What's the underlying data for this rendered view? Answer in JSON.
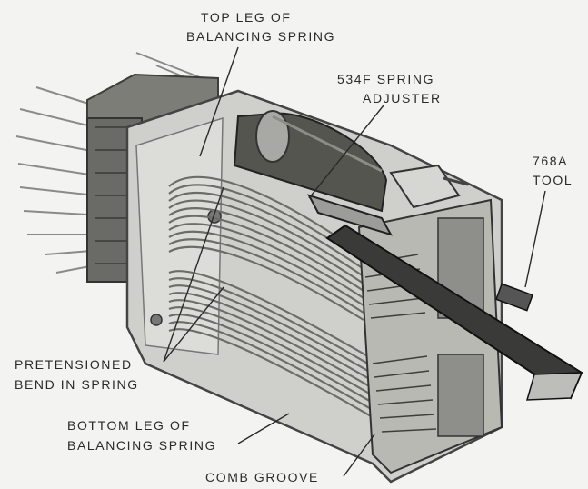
{
  "labels": {
    "top_leg": [
      "TOP LEG OF",
      "BALANCING SPRING"
    ],
    "spring_adjuster": [
      "534F SPRING",
      "ADJUSTER"
    ],
    "tool": [
      "768A",
      "TOOL"
    ],
    "pretensioned": [
      "PRETENSIONED",
      "BEND IN SPRING"
    ],
    "bottom_leg": [
      "BOTTOM LEG OF",
      "BALANCING SPRING"
    ],
    "comb_groove": [
      "COMB GROOVE"
    ]
  },
  "colors": {
    "background": "#f3f3f1",
    "ink": "#2a2a2a",
    "frame": "#cfcfcb",
    "frame_dark": "#6a6a66",
    "coil": "#4a4a46",
    "tool": "#3a3a38"
  }
}
